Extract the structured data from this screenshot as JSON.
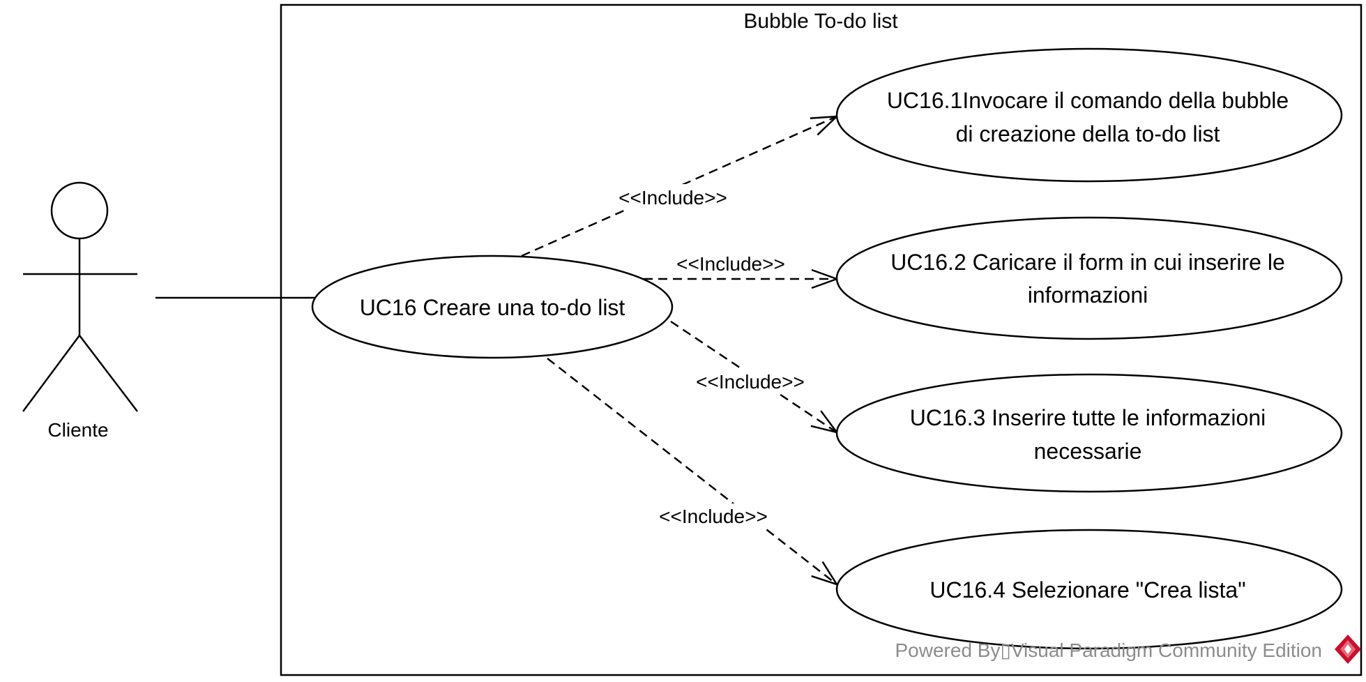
{
  "diagram": {
    "system_title": "Bubble To-do list",
    "actor": {
      "name": "Cliente"
    },
    "main_use_case": {
      "label": "UC16 Creare una to-do list"
    },
    "included_use_cases": [
      {
        "line1": "UC16.1Invocare il comando della bubble",
        "line2": "di creazione della to-do list"
      },
      {
        "line1": "UC16.2 Caricare il form in cui inserire le",
        "line2": "informazioni"
      },
      {
        "line1": "UC16.3 Inserire tutte le informazioni",
        "line2": "necessarie"
      },
      {
        "line1": "UC16.4 Selezionare \"Crea lista\"",
        "line2": ""
      }
    ],
    "relationships": [
      {
        "label": "<<Include>>"
      },
      {
        "label": "<<Include>>"
      },
      {
        "label": "<<Include>>"
      },
      {
        "label": "<<Include>>"
      }
    ],
    "watermark": {
      "text": "Powered By▯Visual Paradigm Community Edition",
      "logo_icon": "visual-paradigm-logo-icon",
      "color": "#8c8c8c",
      "logo_color": "#c8102e"
    }
  }
}
